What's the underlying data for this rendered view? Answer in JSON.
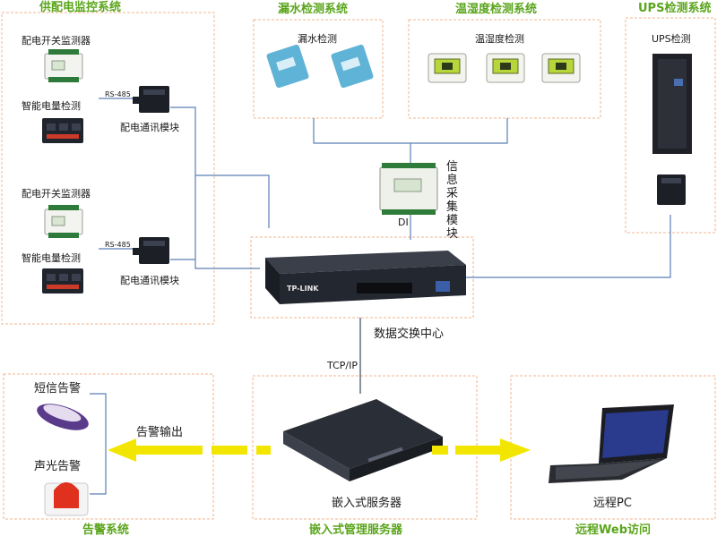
{
  "sections": {
    "power": "供配电监控系统",
    "leak": "漏水检测系统",
    "temp": "温湿度检测系统",
    "ups": "UPS检测系统",
    "alarm": "告警系统",
    "server": "嵌入式管理服务器",
    "web": "远程Web访问"
  },
  "labels": {
    "switch_monitor_1": "配电开关监测器",
    "meter_1": "智能电量检测",
    "rs485_1": "RS-485",
    "comm_module_1": "配电通讯模块",
    "switch_monitor_2": "配电开关监测器",
    "meter_2": "智能电量检测",
    "rs485_2": "RS-485",
    "comm_module_2": "配电通讯模块",
    "leak_detect": "漏水检测",
    "temp_detect": "温湿度检测",
    "ups_detect": "UPS检测",
    "collector_chars": [
      "信",
      "息",
      "采",
      "集",
      "模",
      "块"
    ],
    "di": "DI",
    "hub": "数据交换中心",
    "tcpip": "TCP/IP",
    "sms_alarm": "短信告警",
    "sound_light_alarm": "声光告警",
    "alarm_output": "告警输出",
    "embedded_server": "嵌入式服务器",
    "remote_pc": "远程PC",
    "switch_brand": "TP-LINK"
  },
  "colors": {
    "section_title": "#5aa51b",
    "dashed_border": "#f2b48c",
    "wire": "#5b7fb8",
    "arrow": "#f2e600"
  }
}
